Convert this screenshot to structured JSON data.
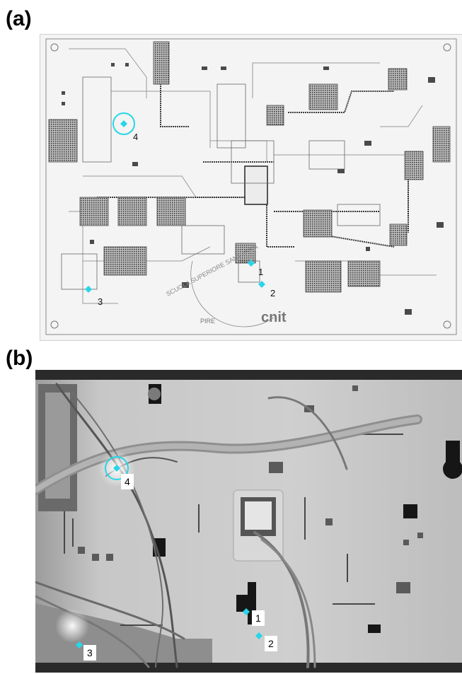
{
  "labels": {
    "a": "(a)",
    "b": "(b)"
  },
  "panel_a": {
    "board_text": [
      "cnit",
      "PIRE",
      "SCUOLA SUPERIORE SANT'ANNA"
    ],
    "markers": [
      {
        "id": "1",
        "label": "1"
      },
      {
        "id": "2",
        "label": "2"
      },
      {
        "id": "3",
        "label": "3"
      },
      {
        "id": "4",
        "label": "4",
        "circled": true
      }
    ]
  },
  "panel_b": {
    "markers": [
      {
        "id": "1",
        "label": "1"
      },
      {
        "id": "2",
        "label": "2"
      },
      {
        "id": "3",
        "label": "3"
      },
      {
        "id": "4",
        "label": "4",
        "circled": true
      }
    ]
  },
  "colors": {
    "marker": "#27d6e8",
    "pcb_bg": "#f4f4f4",
    "photo_bg": "#c9c9c9"
  }
}
